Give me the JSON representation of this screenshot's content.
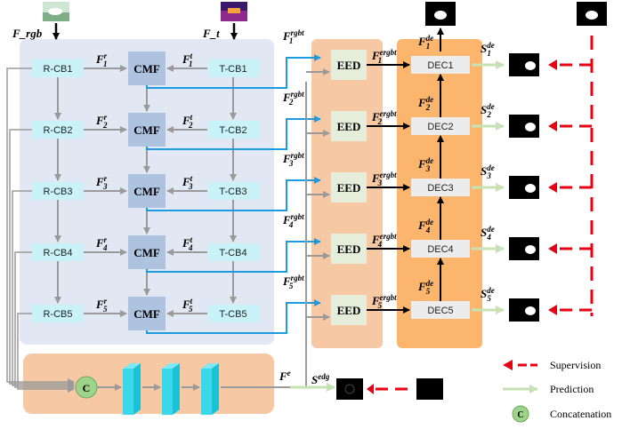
{
  "inputs": {
    "rgb_label": "F_rgb",
    "t_label": "F_t"
  },
  "rgb_branch": [
    "R-CB1",
    "R-CB2",
    "R-CB3",
    "R-CB4",
    "R-CB5"
  ],
  "t_branch": [
    "T-CB1",
    "T-CB2",
    "T-CB3",
    "T-CB4",
    "T-CB5"
  ],
  "cmf_label": "CMF",
  "eed_label": "EED",
  "decoders": [
    "DEC1",
    "DEC2",
    "DEC3",
    "DEC4",
    "DEC5"
  ],
  "concat_symbol": "C",
  "fe_label": "F",
  "fe_sup": "e",
  "sedg_label": "S",
  "sedg_sup": "edg",
  "legend": {
    "supervision": "Supervision",
    "prediction": "Prediction",
    "concatenation": "Concatenation"
  },
  "colors": {
    "backbone_panel": "#e2e8f3",
    "cb_box": "#c9f3f8",
    "cmf_box": "#aec3df",
    "eed_panel": "#f7c8a4",
    "eed_box": "#e4eedb",
    "dec_panel": "#fbb56d",
    "dec_box": "#ececec",
    "bottom_panel": "#f7c8a4",
    "cyan_arrow": "#1e9be0",
    "supervision": "#e60012",
    "prediction": "#c6e1b4",
    "concat_circle": "#9ed38a"
  }
}
